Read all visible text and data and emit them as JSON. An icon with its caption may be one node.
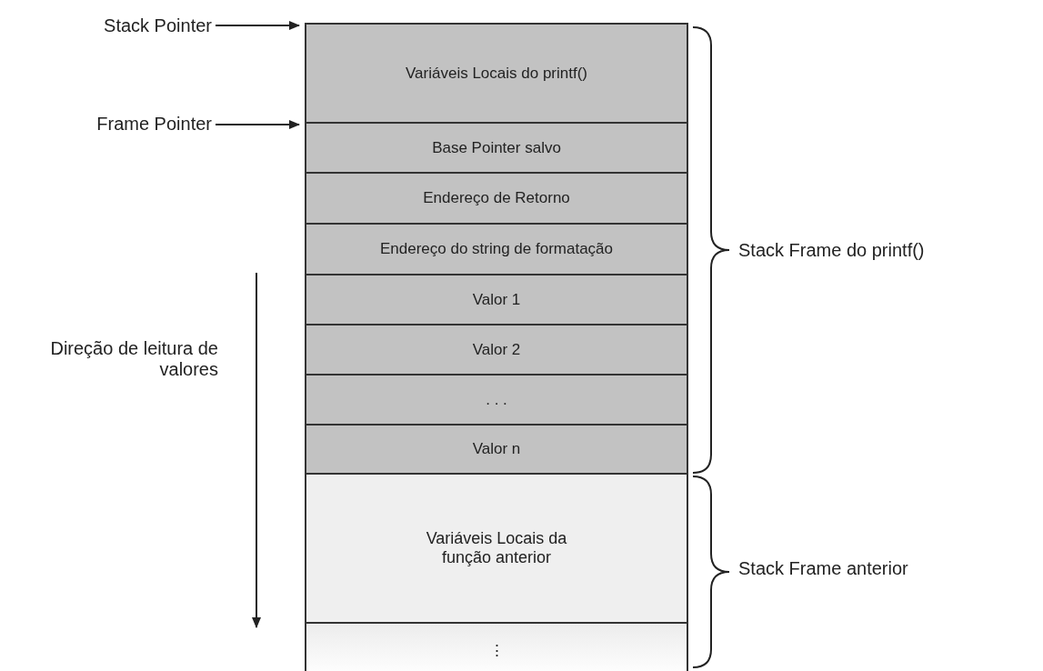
{
  "diagram": {
    "nodes": [
      {
        "text": [
          "Stack Pointer"
        ]
      },
      {
        "text": [
          "Frame Pointer"
        ]
      },
      {
        "text": [
          "Variáveis Locais do printf()"
        ]
      },
      {
        "text": [
          "Base Pointer salvo"
        ]
      },
      {
        "text": [
          "Endereço de Retorno"
        ]
      },
      {
        "text": [
          "Endereço do string de formatação"
        ]
      },
      {
        "text": [
          "Valor 1"
        ]
      },
      {
        "text": [
          "Valor 2"
        ]
      },
      {
        "text": [
          ". . ."
        ]
      },
      {
        "text": [
          "Valor n"
        ]
      },
      {
        "text": [
          "Variáveis Locais da função anterior"
        ]
      },
      {
        "text": [
          "⋮"
        ]
      }
    ],
    "edges": [
      {
        "from": 0,
        "to": 2,
        "arrow": "to"
      },
      {
        "from": 1,
        "to": 3,
        "arrow": "to"
      }
    ],
    "labels": [
      "Direção de leitura de valores",
      "Stack Frame do printf()",
      "Stack Frame anterior"
    ]
  }
}
